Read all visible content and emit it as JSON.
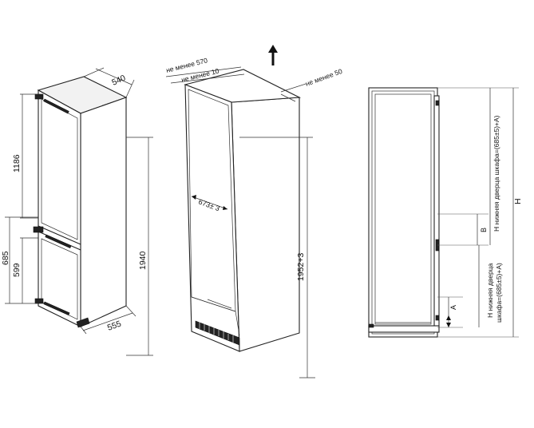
{
  "fridge_view": {
    "dim_width_top": "540",
    "dim_depth_bottom": "555",
    "dim_upper_door": "1186",
    "dim_lower_outer": "685",
    "dim_lower_door": "599",
    "dim_total_height": "1940"
  },
  "niche_view": {
    "min_570": "не менее 570",
    "min_10": "не менее 10",
    "min_50": "не менее 50",
    "inner_width": "673± 3",
    "niche_height": "1952+3"
  },
  "side_view": {
    "label_A": "A",
    "label_B": "B",
    "label_H": "H",
    "upper_formula": "H нижняя дверца шкафа=(685±5)+A)",
    "lower_formula_1": "H нижняя дверца",
    "lower_formula_2": "шкафа=(685±5)+A)"
  }
}
